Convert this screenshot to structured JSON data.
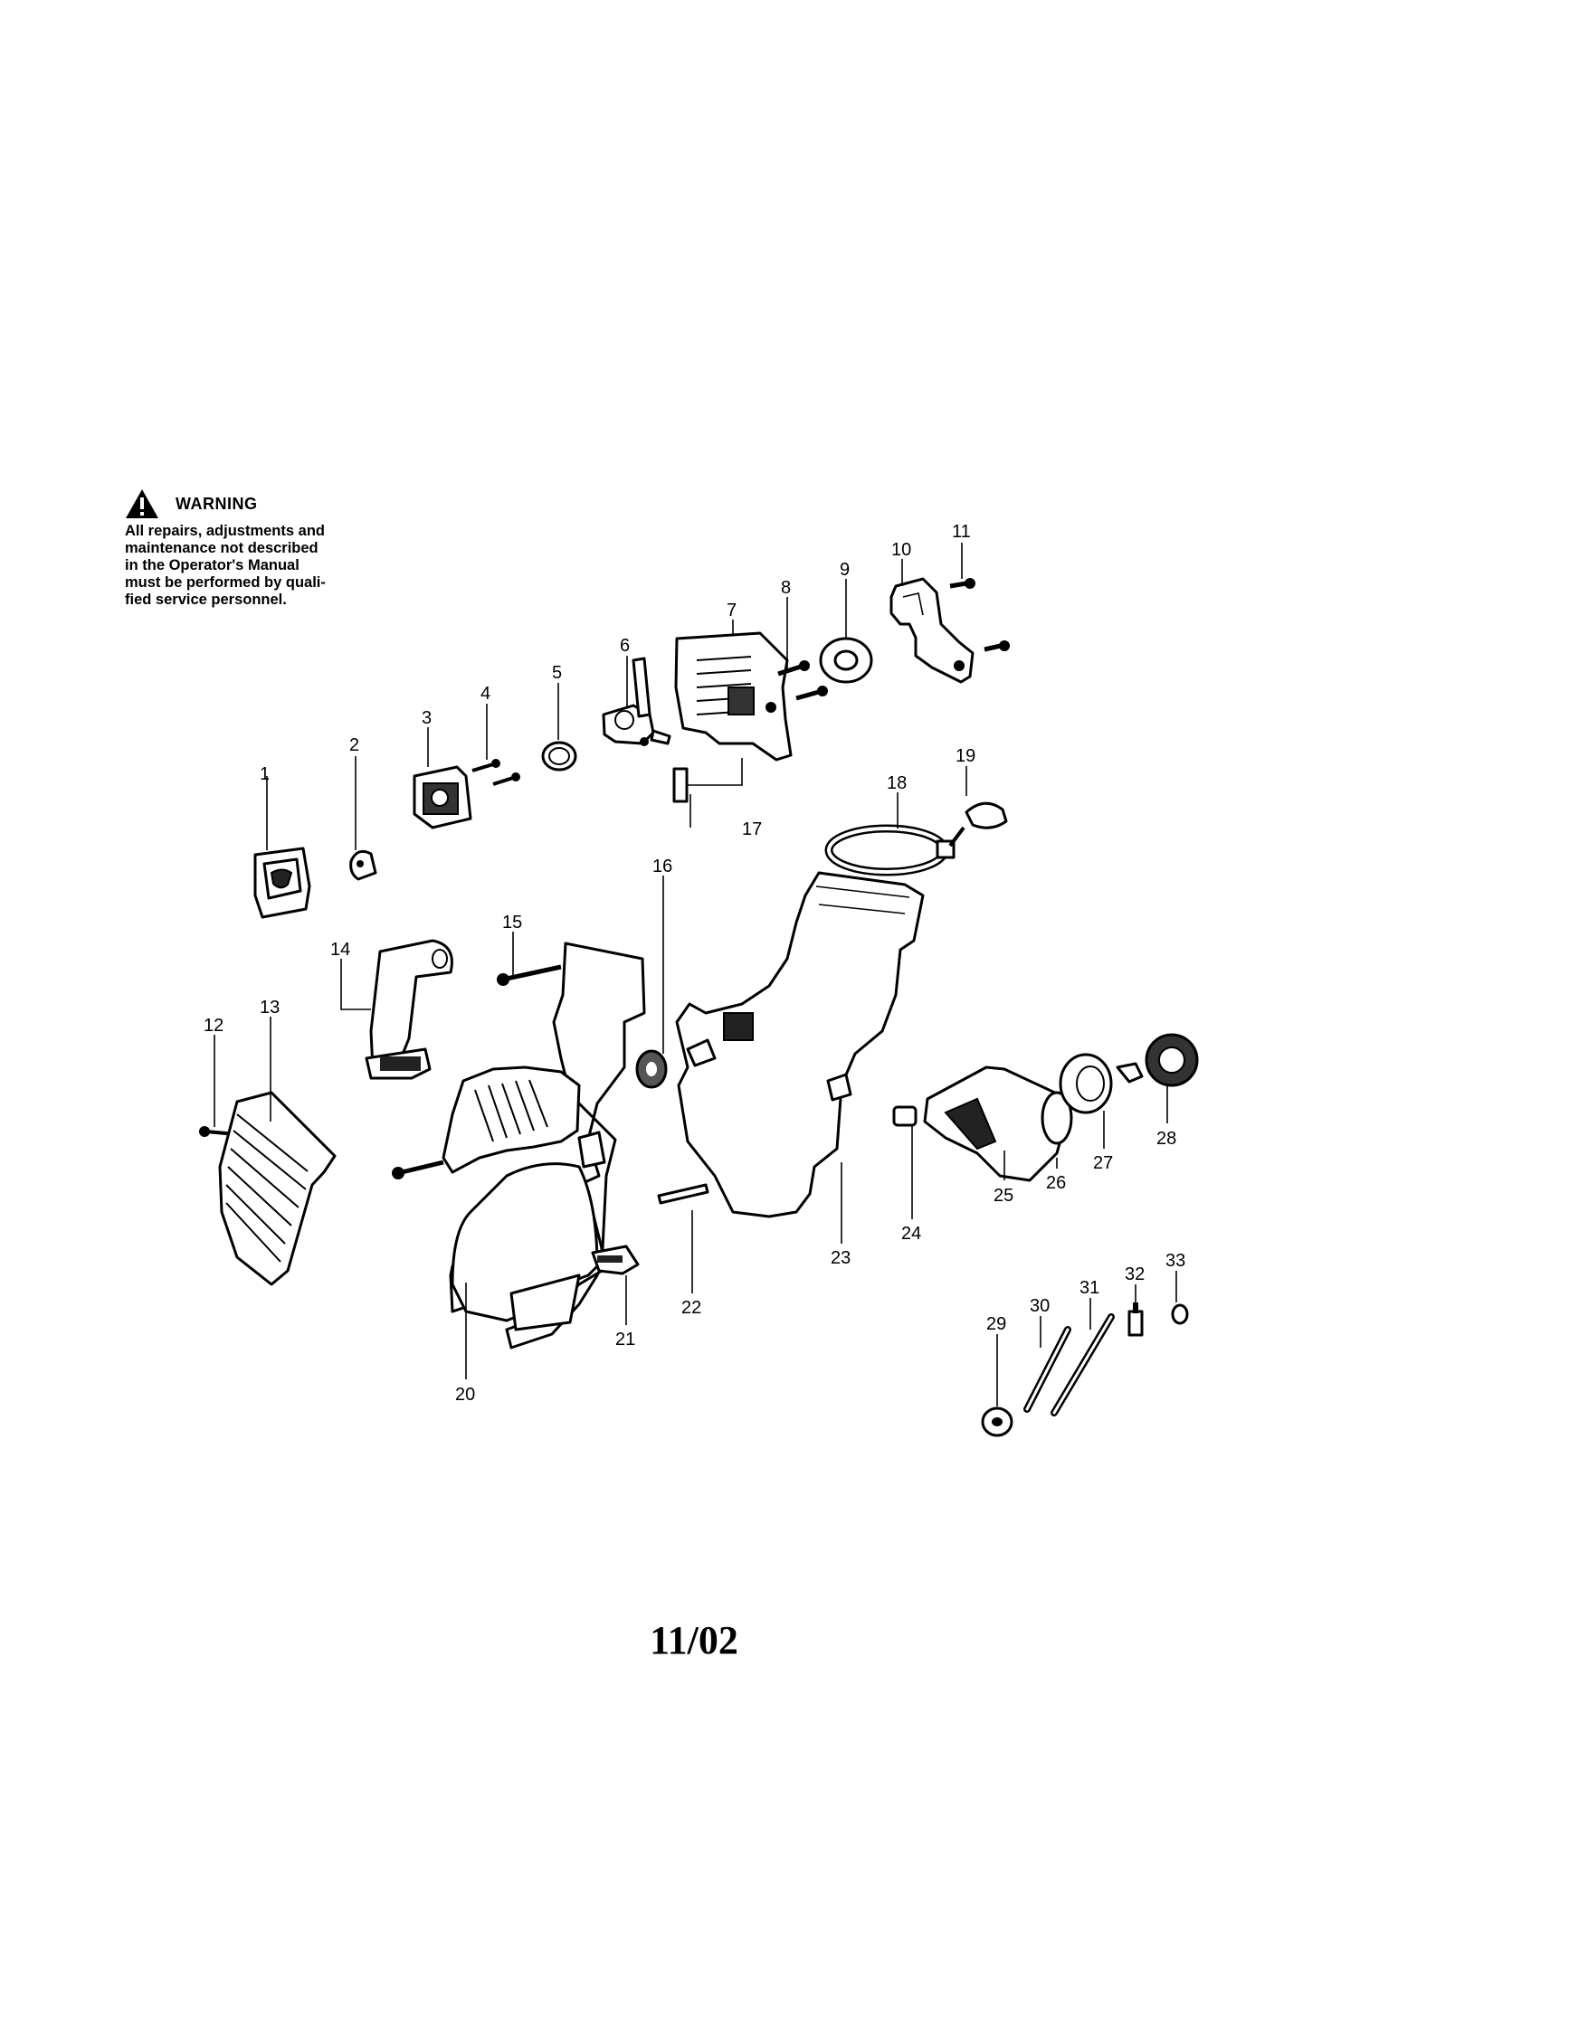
{
  "warning": {
    "title": "WARNING",
    "lines": [
      "All repairs, adjustments and",
      "maintenance not described",
      "in the Operator's Manual",
      "must be performed by quali-",
      "fied service personnel."
    ]
  },
  "callouts": [
    "1",
    "2",
    "3",
    "4",
    "5",
    "6",
    "7",
    "8",
    "9",
    "10",
    "11",
    "12",
    "13",
    "14",
    "15",
    "16",
    "17",
    "18",
    "19",
    "20",
    "21",
    "22",
    "23",
    "24",
    "25",
    "26",
    "27",
    "28",
    "29",
    "30",
    "31",
    "32",
    "33"
  ],
  "footer": {
    "date": "11/02"
  }
}
